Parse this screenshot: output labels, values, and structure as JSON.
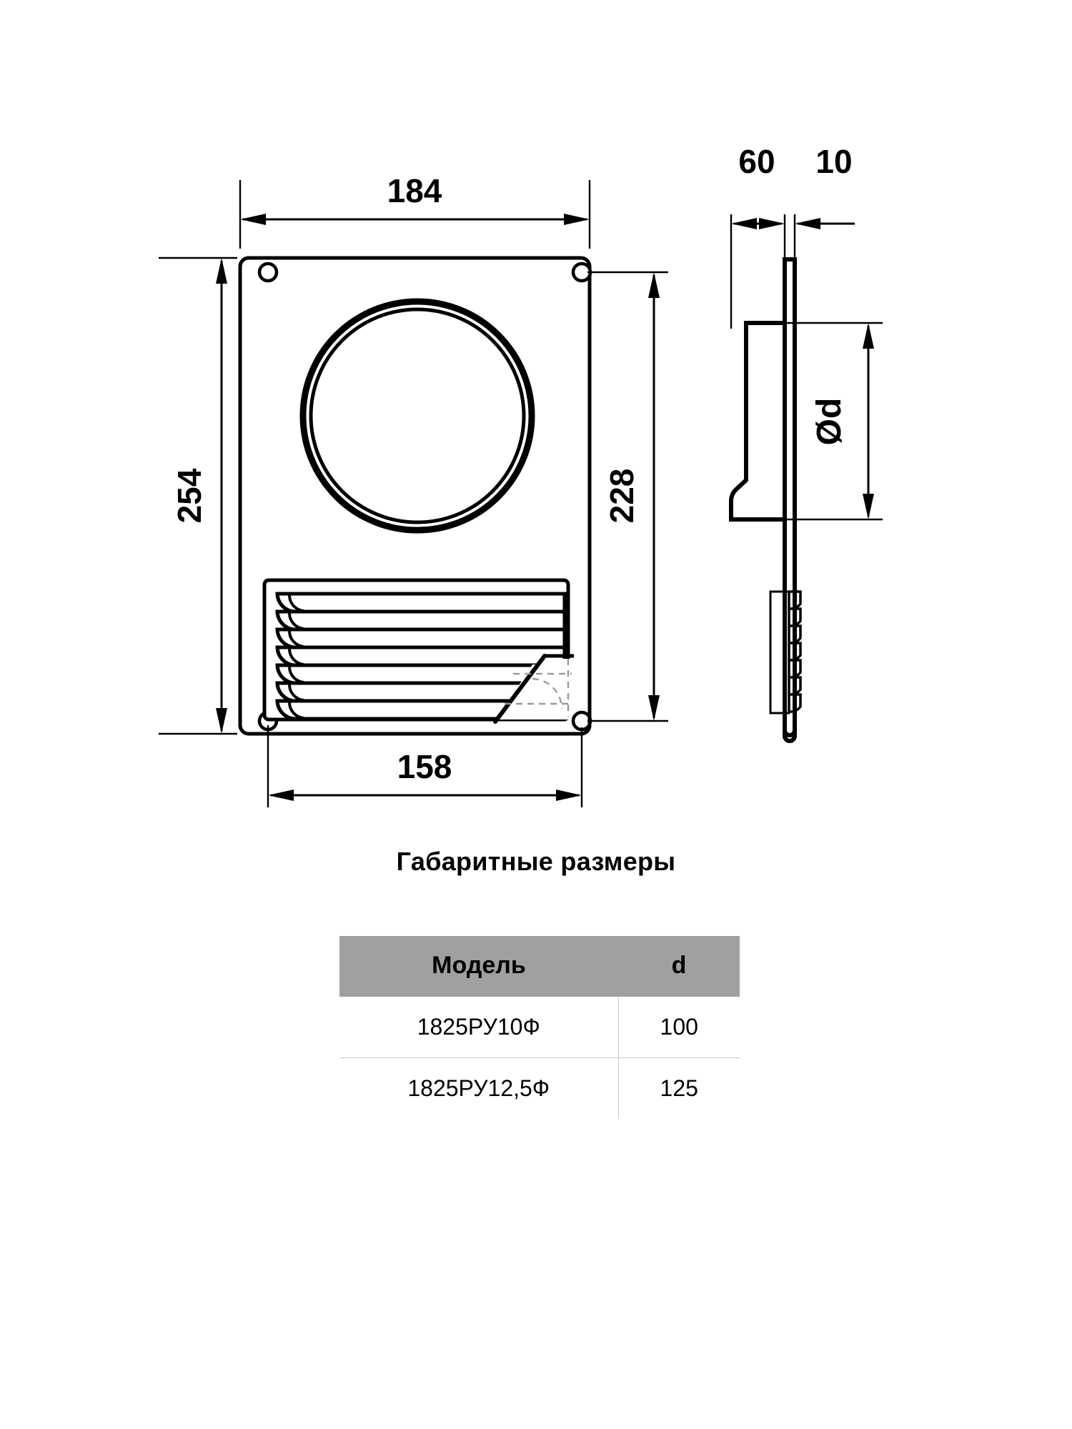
{
  "drawing": {
    "title": "Габаритные размеры",
    "views": {
      "front": {
        "name": "front-view",
        "dimensions": {
          "width": "184",
          "height": "254",
          "grille_width": "158",
          "mount_height": "228"
        }
      },
      "side": {
        "name": "side-view",
        "dimensions": {
          "depth": "60",
          "flange": "10",
          "diameter_label": "Ød"
        }
      }
    },
    "louver_count": 7,
    "mount_hole_count": 4,
    "colors": {
      "line": "#000000",
      "hidden_line": "#9a9a9a",
      "table_header_bg": "#a0a0a0",
      "table_rule": "#c9c9c9",
      "background": "#ffffff"
    }
  },
  "table": {
    "name": "model-spec-table",
    "headers": [
      "Модель",
      "d"
    ],
    "rows": [
      {
        "model": "1825РУ10Ф",
        "d": "100"
      },
      {
        "model": "1825РУ12,5Ф",
        "d": "125"
      }
    ]
  }
}
